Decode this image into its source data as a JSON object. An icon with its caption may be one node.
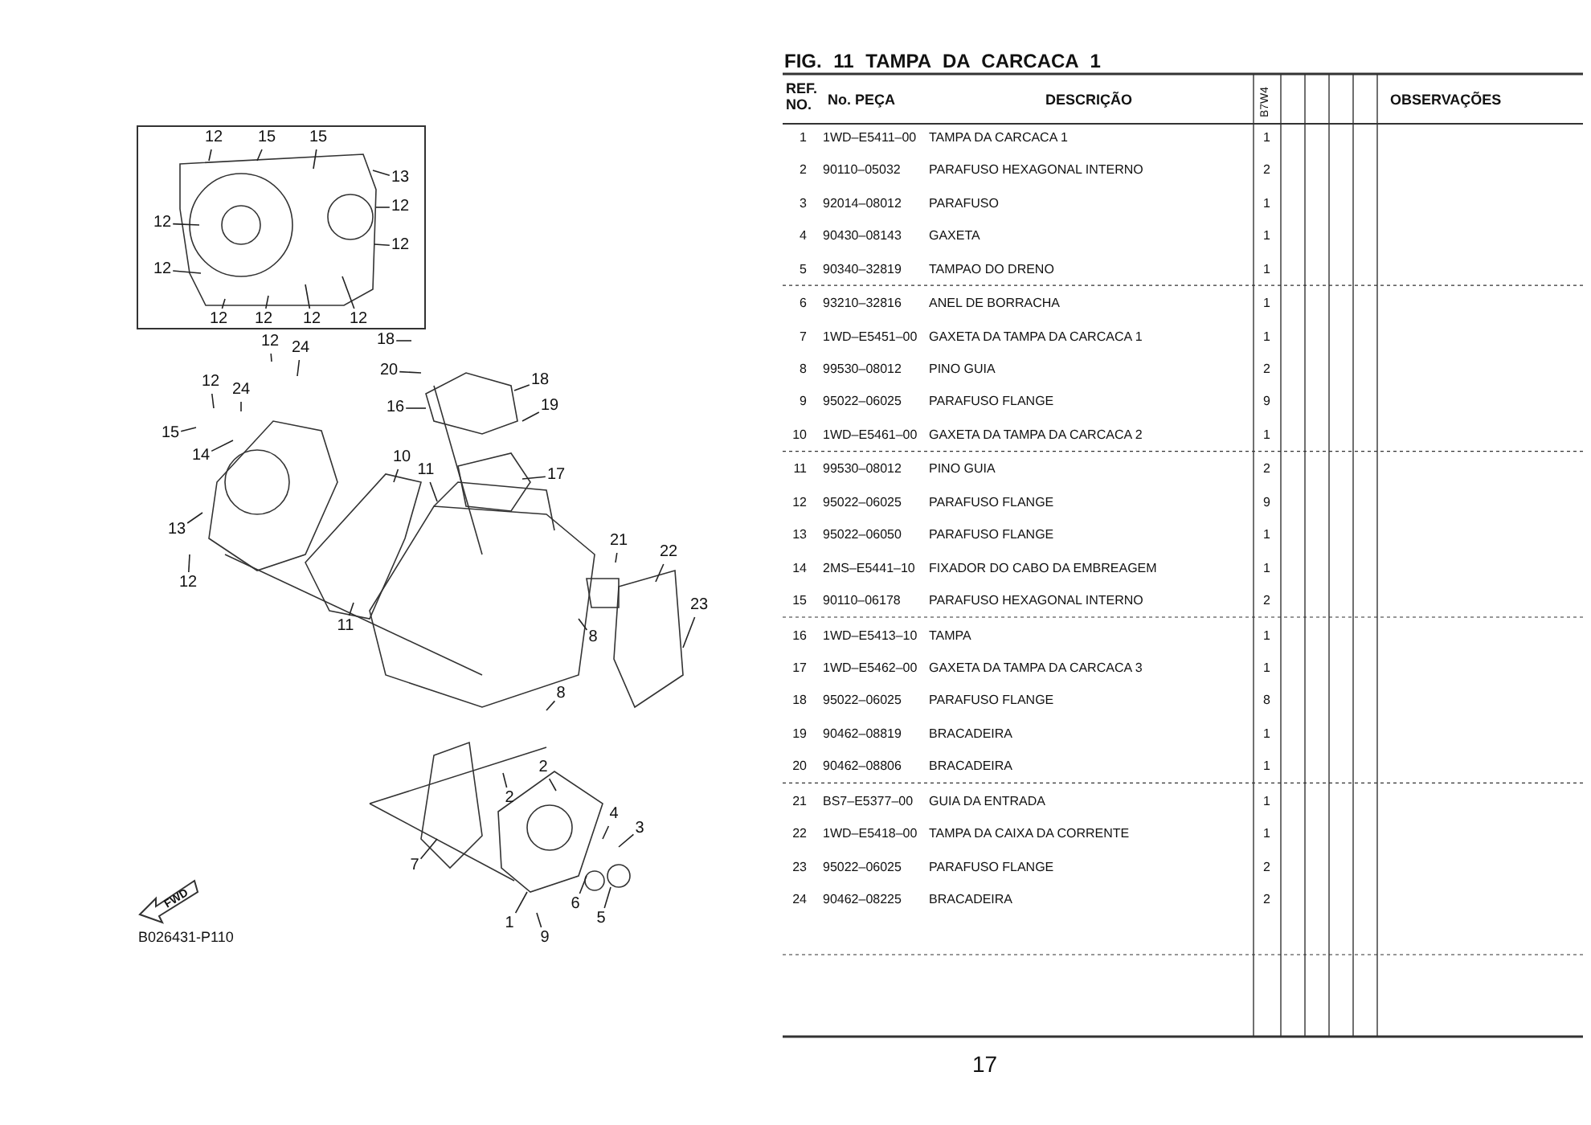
{
  "diagram": {
    "title": "FIG. 11 TAMPA DA CARCACA 1",
    "nodes": [
      {
        "text": [],
        "shape": "box"
      },
      {
        "text": [
          "12"
        ],
        "in": 0
      },
      {
        "text": [
          "15"
        ],
        "in": 0
      },
      {
        "text": [
          "15"
        ],
        "in": 0
      },
      {
        "text": [
          "13"
        ],
        "in": 0
      },
      {
        "text": [
          "12"
        ],
        "in": 0
      },
      {
        "text": [
          "12"
        ],
        "in": 0
      },
      {
        "text": [
          "12"
        ],
        "in": 0
      },
      {
        "text": [
          "12"
        ],
        "in": 0
      },
      {
        "text": [
          "12"
        ],
        "in": 0
      },
      {
        "text": [
          "12"
        ],
        "in": 0
      },
      {
        "text": [
          "12"
        ],
        "in": 0
      },
      {
        "text": [
          "12"
        ],
        "in": 0
      },
      {
        "text": [
          "12"
        ]
      },
      {
        "text": [
          "24"
        ]
      },
      {
        "text": [
          "18"
        ]
      },
      {
        "text": [
          "12"
        ]
      },
      {
        "text": [
          "24"
        ]
      },
      {
        "text": [
          "20"
        ]
      },
      {
        "text": [
          "18"
        ]
      },
      {
        "text": [
          "16"
        ]
      },
      {
        "text": [
          "19"
        ]
      },
      {
        "text": [
          "15"
        ]
      },
      {
        "text": [
          "14"
        ]
      },
      {
        "text": [
          "10"
        ]
      },
      {
        "text": [
          "11"
        ]
      },
      {
        "text": [
          "17"
        ]
      },
      {
        "text": [
          "13"
        ]
      },
      {
        "text": [
          "12"
        ]
      },
      {
        "text": [
          "21"
        ]
      },
      {
        "text": [
          "22"
        ]
      },
      {
        "text": [
          "23"
        ]
      },
      {
        "text": [
          "11"
        ]
      },
      {
        "text": [
          "8"
        ]
      },
      {
        "text": [
          "8"
        ]
      },
      {
        "text": [
          "2"
        ]
      },
      {
        "text": [
          "4"
        ]
      },
      {
        "text": [
          "2"
        ]
      },
      {
        "text": [
          "3"
        ]
      },
      {
        "text": [
          "7"
        ]
      },
      {
        "text": [
          "6"
        ]
      },
      {
        "text": [
          "1"
        ]
      },
      {
        "text": [
          "5"
        ]
      },
      {
        "text": [
          "9"
        ]
      }
    ],
    "edges": [
      {
        "from": 1,
        "to": null,
        "arrow": "none"
      },
      {
        "from": 2,
        "to": null,
        "arrow": "none"
      },
      {
        "from": 3,
        "to": null,
        "arrow": "none"
      },
      {
        "from": 4,
        "to": null,
        "arrow": "none"
      },
      {
        "from": 5,
        "to": null,
        "arrow": "none"
      },
      {
        "from": 6,
        "to": null,
        "arrow": "none"
      },
      {
        "from": 7,
        "to": null,
        "arrow": "none"
      },
      {
        "from": 8,
        "to": null,
        "arrow": "none"
      },
      {
        "from": 9,
        "to": null,
        "arrow": "none"
      },
      {
        "from": 10,
        "to": null,
        "arrow": "none"
      },
      {
        "from": 11,
        "to": null,
        "arrow": "none"
      },
      {
        "from": 12,
        "to": null,
        "arrow": "none"
      },
      {
        "from": 13,
        "to": null,
        "arrow": "none"
      },
      {
        "from": 14,
        "to": null,
        "arrow": "none"
      },
      {
        "from": 15,
        "to": null,
        "arrow": "none"
      },
      {
        "from": 16,
        "to": null,
        "arrow": "none"
      },
      {
        "from": 17,
        "to": null,
        "arrow": "none"
      },
      {
        "from": 18,
        "to": null,
        "arrow": "none"
      },
      {
        "from": 19,
        "to": null,
        "arrow": "none"
      },
      {
        "from": 20,
        "to": null,
        "arrow": "none"
      },
      {
        "from": 21,
        "to": null,
        "arrow": "none"
      },
      {
        "from": 22,
        "to": null,
        "arrow": "none"
      },
      {
        "from": 23,
        "to": null,
        "arrow": "none"
      },
      {
        "from": 24,
        "to": null,
        "arrow": "none"
      },
      {
        "from": 25,
        "to": null,
        "arrow": "none"
      },
      {
        "from": 26,
        "to": null,
        "arrow": "none"
      },
      {
        "from": 27,
        "to": null,
        "arrow": "none"
      },
      {
        "from": 28,
        "to": null,
        "arrow": "none"
      },
      {
        "from": 29,
        "to": null,
        "arrow": "none"
      },
      {
        "from": 30,
        "to": null,
        "arrow": "none"
      },
      {
        "from": 31,
        "to": null,
        "arrow": "none"
      },
      {
        "from": 32,
        "to": null,
        "arrow": "none"
      },
      {
        "from": 33,
        "to": null,
        "arrow": "none"
      },
      {
        "from": 34,
        "to": null,
        "arrow": "none"
      },
      {
        "from": 35,
        "to": null,
        "arrow": "none"
      },
      {
        "from": 36,
        "to": null,
        "arrow": "none"
      },
      {
        "from": 37,
        "to": null,
        "arrow": "none"
      },
      {
        "from": 38,
        "to": null,
        "arrow": "none"
      },
      {
        "from": 39,
        "to": null,
        "arrow": "none"
      },
      {
        "from": 40,
        "to": null,
        "arrow": "none"
      },
      {
        "from": 41,
        "to": null,
        "arrow": "none"
      },
      {
        "from": 42,
        "to": null,
        "arrow": "none"
      },
      {
        "from": 43,
        "to": null,
        "arrow": "none"
      }
    ],
    "labels": [
      "FWD",
      "B026431-P110",
      "REF. NO.",
      "No. PEÇA",
      "DESCRIÇÃO",
      "B7W4",
      "OBSERVAÇÕES",
      "1",
      "1WD–E5411–00",
      "TAMPA DA CARCACA 1",
      "1",
      "2",
      "90110–05032",
      "PARAFUSO HEXAGONAL INTERNO",
      "2",
      "3",
      "92014–08012",
      "PARAFUSO",
      "1",
      "4",
      "90430–08143",
      "GAXETA",
      "1",
      "5",
      "90340–32819",
      "TAMPAO DO DRENO",
      "1",
      "6",
      "93210–32816",
      "ANEL DE BORRACHA",
      "1",
      "7",
      "1WD–E5451–00",
      "GAXETA DA TAMPA DA CARCACA 1",
      "1",
      "8",
      "99530–08012",
      "PINO GUIA",
      "2",
      "9",
      "95022–06025",
      "PARAFUSO FLANGE",
      "9",
      "10",
      "1WD–E5461–00",
      "GAXETA DA TAMPA DA CARCACA 2",
      "1",
      "11",
      "99530–08012",
      "PINO GUIA",
      "2",
      "12",
      "95022–06025",
      "PARAFUSO FLANGE",
      "9",
      "13",
      "95022–06050",
      "PARAFUSO FLANGE",
      "1",
      "14",
      "2MS–E5441–10",
      "FIXADOR DO CABO DA EMBREAGEM",
      "1",
      "15",
      "90110–06178",
      "PARAFUSO HEXAGONAL INTERNO",
      "2",
      "16",
      "1WD–E5413–10",
      "TAMPA",
      "1",
      "17",
      "1WD–E5462–00",
      "GAXETA DA TAMPA DA CARCACA 3",
      "1",
      "18",
      "95022–06025",
      "PARAFUSO FLANGE",
      "8",
      "19",
      "90462–08819",
      "BRACADEIRA",
      "1",
      "20",
      "90462–08806",
      "BRACADEIRA",
      "1",
      "21",
      "BS7–E5377–00",
      "GUIA DA ENTRADA",
      "1",
      "22",
      "1WD–E5418–00",
      "TAMPA DA CAIXA DA CORRENTE",
      "1",
      "23",
      "95022–06025",
      "PARAFUSO FLANGE",
      "2",
      "24",
      "90462–08225",
      "BRACADEIRA",
      "2",
      "17"
    ]
  }
}
